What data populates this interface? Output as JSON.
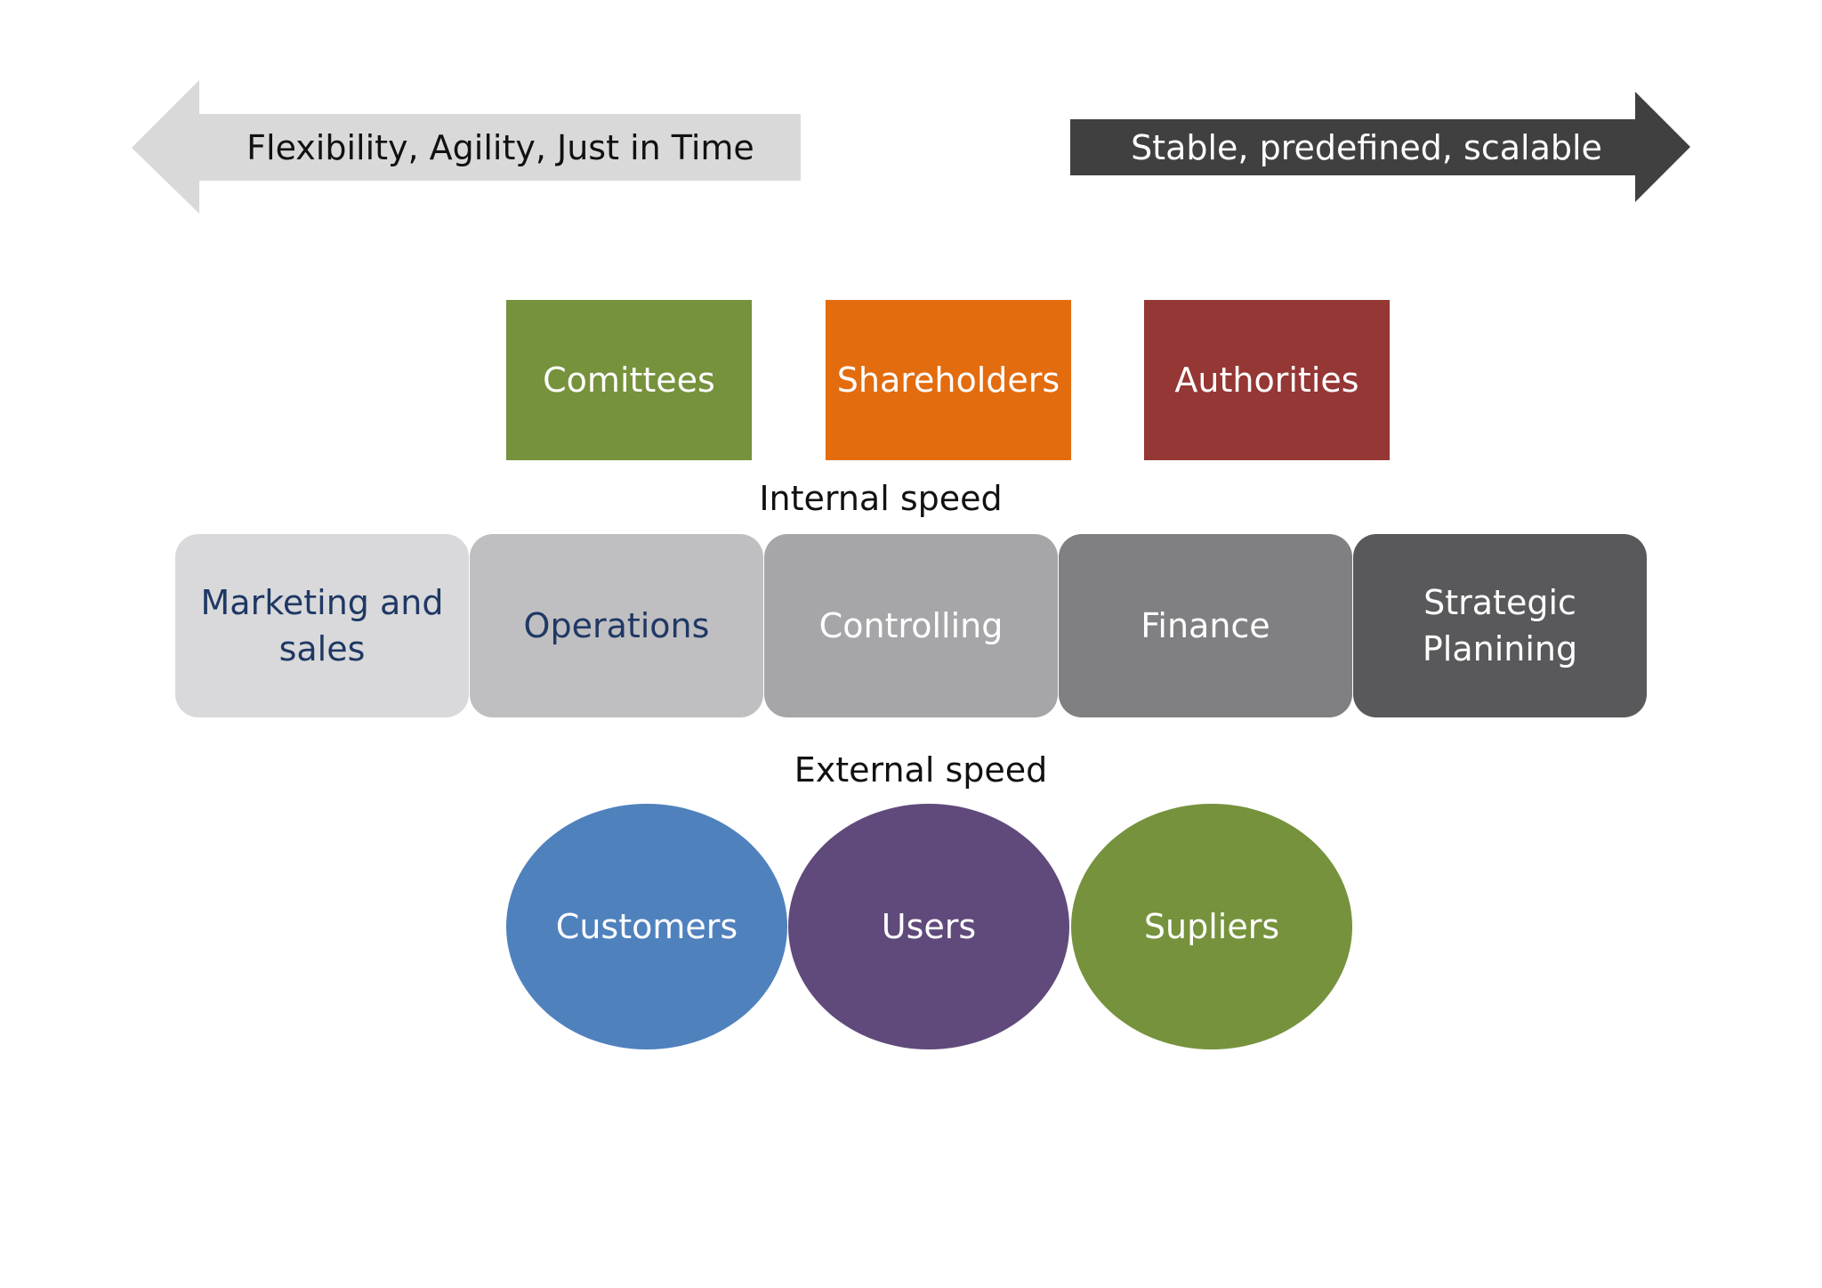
{
  "arrows": {
    "left": {
      "label": "Flexibility, Agility, Just in Time",
      "color": "#d9d9d9"
    },
    "right": {
      "label": "Stable, predefined, scalable",
      "color": "#404040"
    }
  },
  "stakeholders": [
    {
      "label": "Comittees",
      "color": "#76923c"
    },
    {
      "label": "Shareholders",
      "color": "#e36c0f"
    },
    {
      "label": "Authorities",
      "color": "#953735"
    }
  ],
  "internal_speed_label": "Internal speed",
  "departments": [
    {
      "label": "Marketing and\nsales",
      "color": "#d9d9db"
    },
    {
      "label": "Operations",
      "color": "#bfbec1"
    },
    {
      "label": "Controlling",
      "color": "#a6a5a8"
    },
    {
      "label": "Finance",
      "color": "#807f82"
    },
    {
      "label": "Strategic\nPlanining",
      "color": "#59585b"
    }
  ],
  "external_speed_label": "External speed",
  "external_parties": [
    {
      "label": "Customers",
      "color": "#4f81bd"
    },
    {
      "label": "Users",
      "color": "#604a7b"
    },
    {
      "label": "Supliers",
      "color": "#76923c"
    }
  ]
}
